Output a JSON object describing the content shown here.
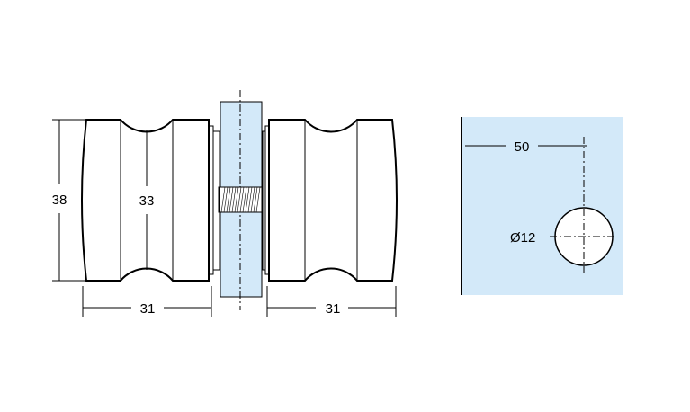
{
  "colors": {
    "glass": "#d3e9f9",
    "plate": "#d3e9f9",
    "line": "#000000",
    "background": "#ffffff"
  },
  "dimensions": {
    "height_outer": "38",
    "height_inner": "33",
    "width_left": "31",
    "width_right": "31",
    "hole_offset": "50",
    "hole_diameter": "Ø12"
  }
}
